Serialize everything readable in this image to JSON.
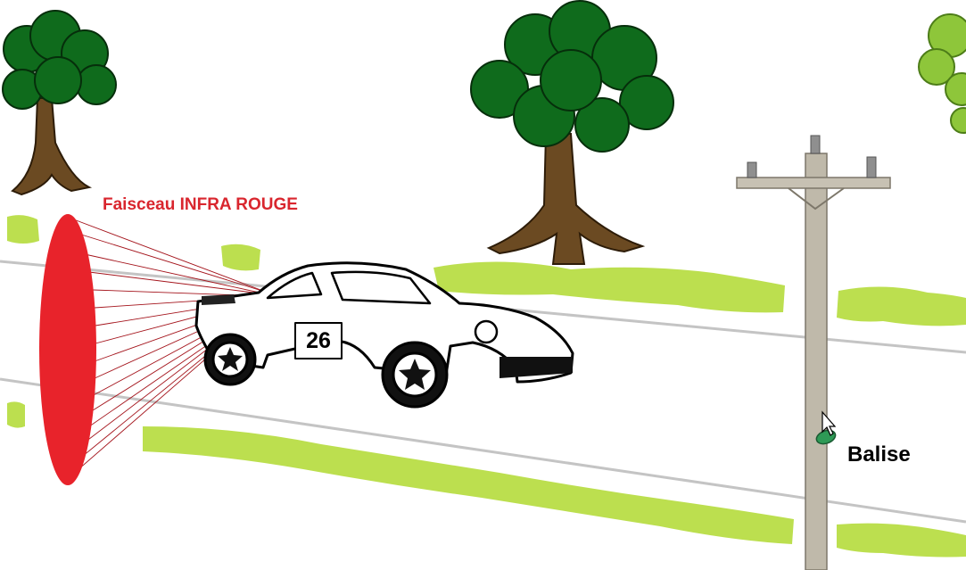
{
  "labels": {
    "beam": "Faisceau INFRA ROUGE",
    "beacon": "Balise"
  },
  "car": {
    "race_number": "26"
  },
  "colors": {
    "beam": "#e8232b",
    "beam_label": "#d9262e",
    "grass": "#b5dc3c",
    "foliage": "#0f6b1c",
    "trunk": "#6b4a22",
    "pole": "#bfb9aa",
    "beacon": "#2e9a56",
    "road_line": "#c4c4c4"
  }
}
